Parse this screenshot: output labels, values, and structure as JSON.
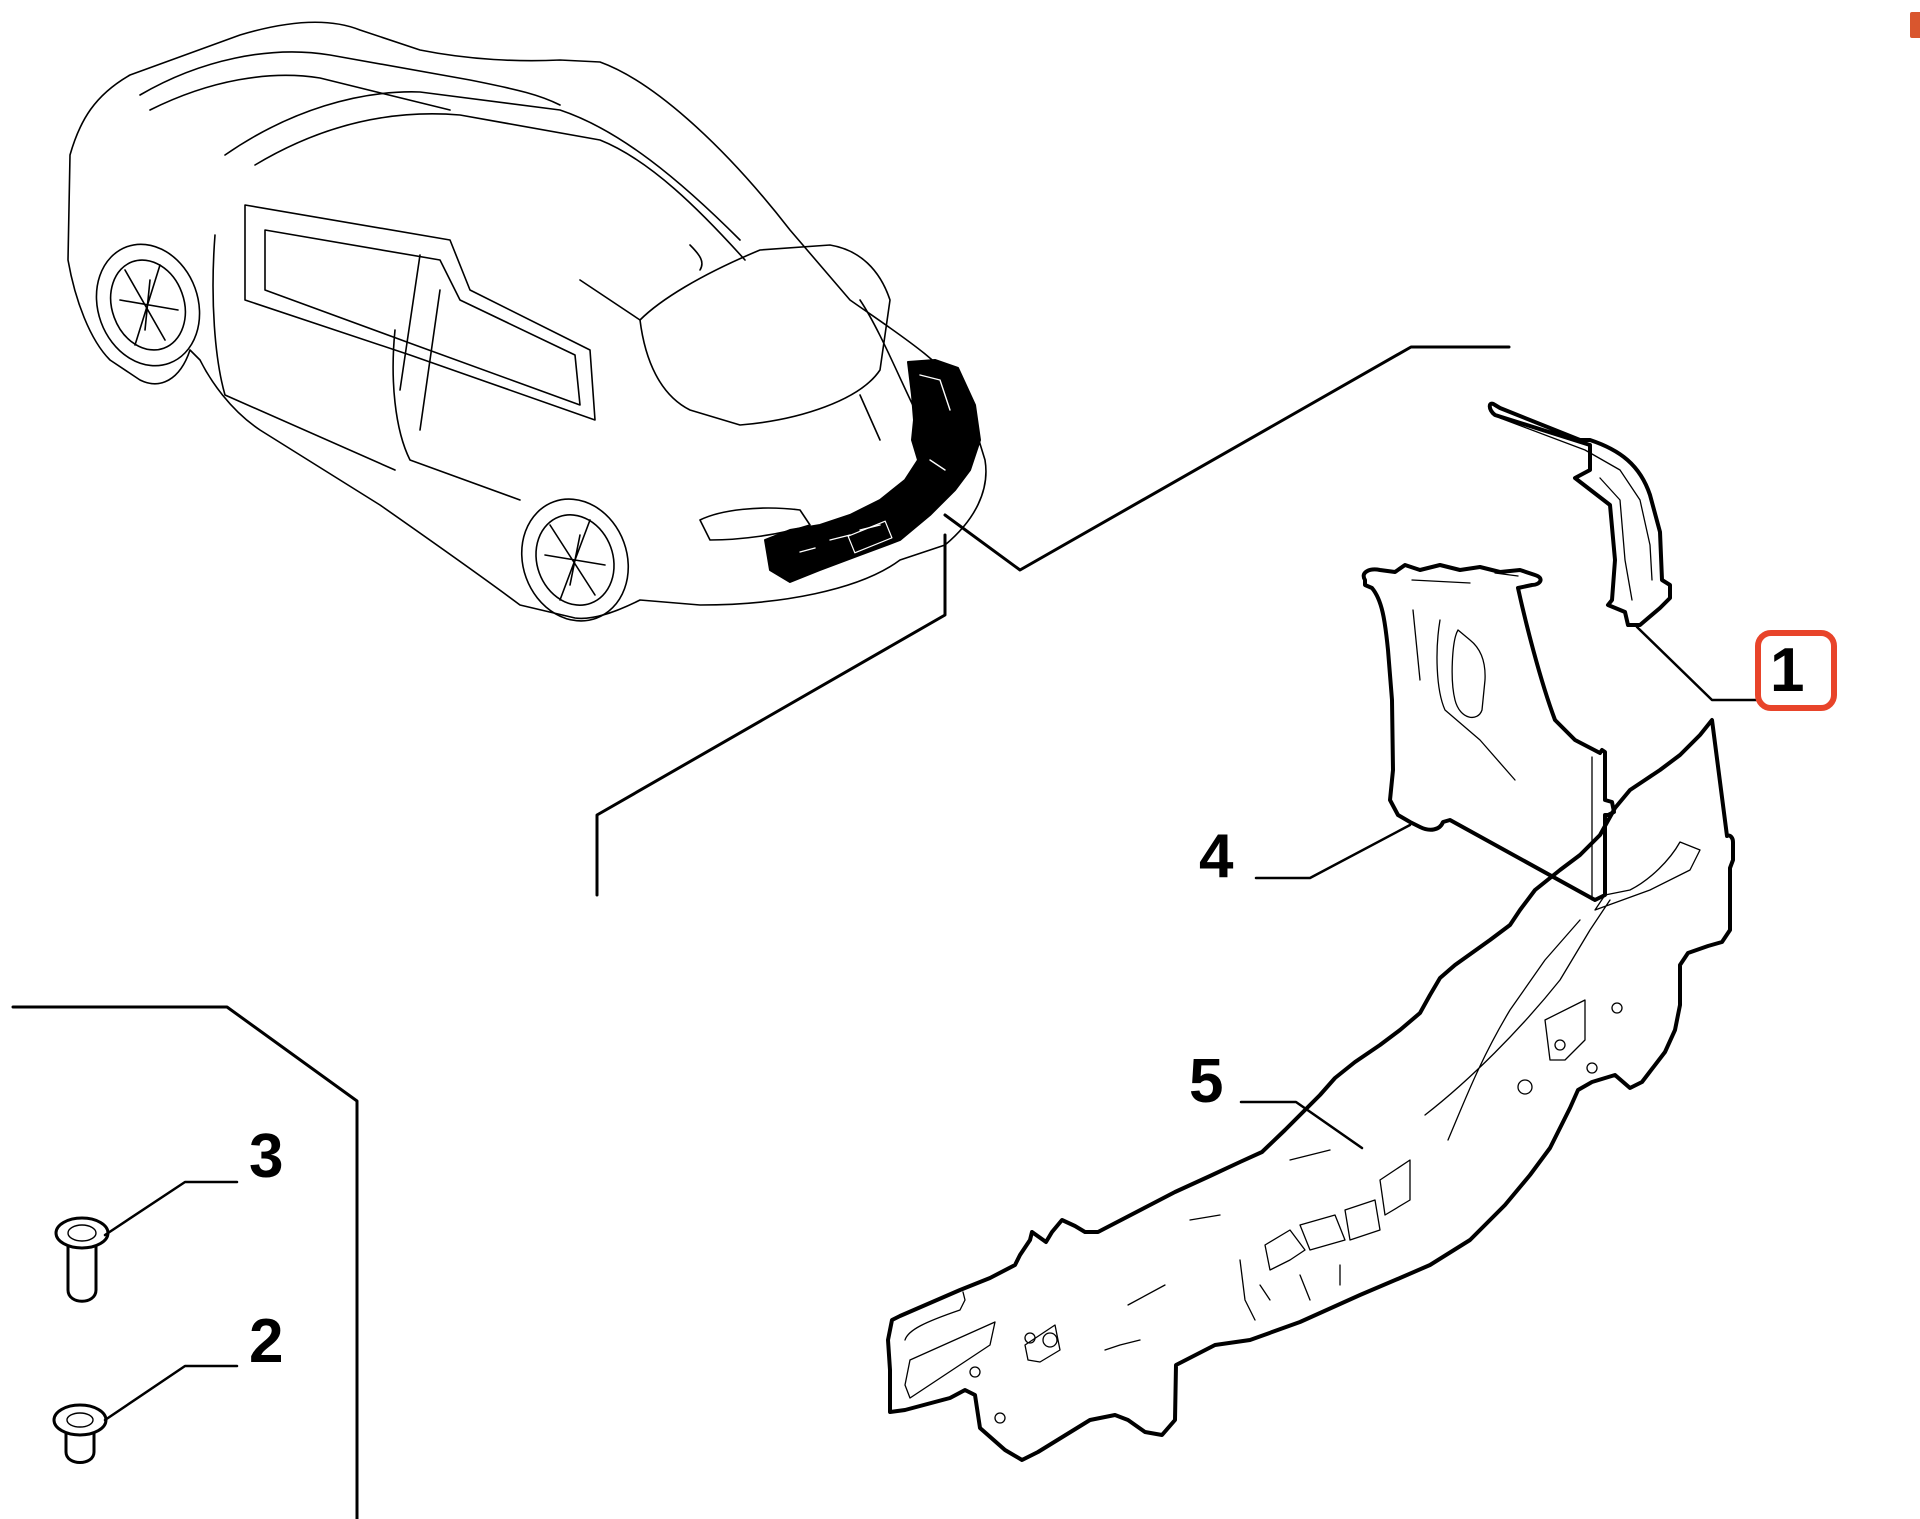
{
  "diagram": {
    "type": "exploded-parts-diagram",
    "subject": "car rear panel assembly",
    "parts": [
      {
        "id": "1",
        "label": "1",
        "highlighted": true,
        "highlight_color": "#e8442a"
      },
      {
        "id": "2",
        "label": "2",
        "highlighted": false
      },
      {
        "id": "3",
        "label": "3",
        "highlighted": false
      },
      {
        "id": "4",
        "label": "4",
        "highlighted": false
      },
      {
        "id": "5",
        "label": "5",
        "highlighted": false
      }
    ]
  },
  "colors": {
    "line": "#000000",
    "background": "#ffffff",
    "highlight": "#e8442a",
    "corner_icon": "#d9562e"
  },
  "corner_icon": {
    "name": "close-icon"
  }
}
